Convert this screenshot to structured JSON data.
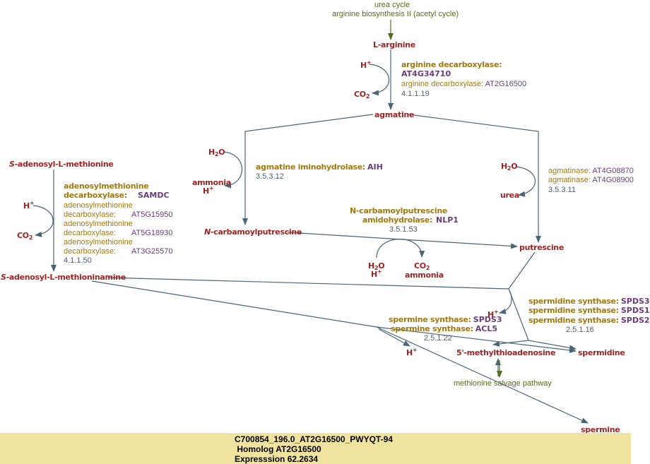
{
  "pathways": {
    "urea_cycle": "urea cycle",
    "arginine_biosynthesis": "arginine biosynthesis II (acetyl cycle)",
    "methionine_salvage": "methionine salvage pathway"
  },
  "compounds": {
    "l_arginine": "L-arginine",
    "agmatine": "agmatine",
    "sam_prefix": "S",
    "sam_rest": "-adenosyl-L-methionine",
    "samine_prefix": "S",
    "samine_rest": "-adenosyl-L-methioninamine",
    "ncp_prefix": "N",
    "ncp_rest": "-carbamoylputrescine",
    "putrescine": "putrescine",
    "mta": "5'-methylthioadenosine",
    "spermidine": "spermidine",
    "spermine": "spermine",
    "h": "H",
    "plus": "+",
    "co2_main": "CO",
    "co2_sub": "2",
    "h2o_main": "H",
    "h2o_sub": "2",
    "h2o_end": "O",
    "ammonia": "ammonia",
    "urea": "urea"
  },
  "reactions": {
    "adc": {
      "enzyme_bold": "arginine decarboxylase:",
      "gene_bold": "AT4G34710",
      "enzyme2": "arginine decarboxylase:",
      "gene2": "AT2G16500",
      "ec": "4.1.1.19"
    },
    "samdc": {
      "enzyme_bold_1": "adenosylmethionine",
      "enzyme_bold_2": "decarboxylase:",
      "gene_bold": "SAMDC",
      "entries": [
        {
          "line1": "adenosylmethionine",
          "line2": "decarboxylase:",
          "gene": "AT5G15950"
        },
        {
          "line1": "adenosylmethionine",
          "line2": "decarboxylase:",
          "gene": "AT5G18930"
        },
        {
          "line1": "adenosylmethionine",
          "line2": "decarboxylase:",
          "gene": "AT3G25570"
        }
      ],
      "ec": "4.1.1.50"
    },
    "aih": {
      "enzyme": "agmatine iminohydrolase:",
      "gene": "AIH",
      "ec": "3.5.3.12"
    },
    "agmatinase": {
      "entries": [
        {
          "enzyme": "agmatinase:",
          "gene": "AT4G08870"
        },
        {
          "enzyme": "agmatinase:",
          "gene": "AT4G08900"
        }
      ],
      "ec": "3.5.3.11"
    },
    "nlp1": {
      "enzyme_1": "N-carbamoylputrescine",
      "enzyme_2": "amidohydrolase:",
      "gene": "NLP1",
      "ec": "3.5.1.53"
    },
    "spds": {
      "entries": [
        {
          "enzyme": "spermidine synthase:",
          "gene": "SPDS3"
        },
        {
          "enzyme": "spermidine synthase:",
          "gene": "SPDS1"
        },
        {
          "enzyme": "spermidine synthase:",
          "gene": "SPDS2"
        }
      ],
      "ec": "2.5.1.16"
    },
    "spms": {
      "entries": [
        {
          "enzyme": "spermine synthase:",
          "gene": "SPDS3"
        },
        {
          "enzyme": "spermine synthase:",
          "gene": "ACL5"
        }
      ],
      "ec": "2.5.1.22"
    }
  },
  "footer": {
    "line1": "C700854_196.0_AT2G16500_PWYQT-94",
    "line2": " Homolog AT2G16500",
    "line3": "Expresssion 62.2634"
  },
  "colors": {
    "compound": "#9b2424",
    "enzyme": "#a07a0e",
    "gene": "#6a3d7a",
    "ec": "#4a5e70",
    "edge": "#4a6478",
    "pathway": "#5a6a1a",
    "footer_bg": "#f0e3a0"
  }
}
